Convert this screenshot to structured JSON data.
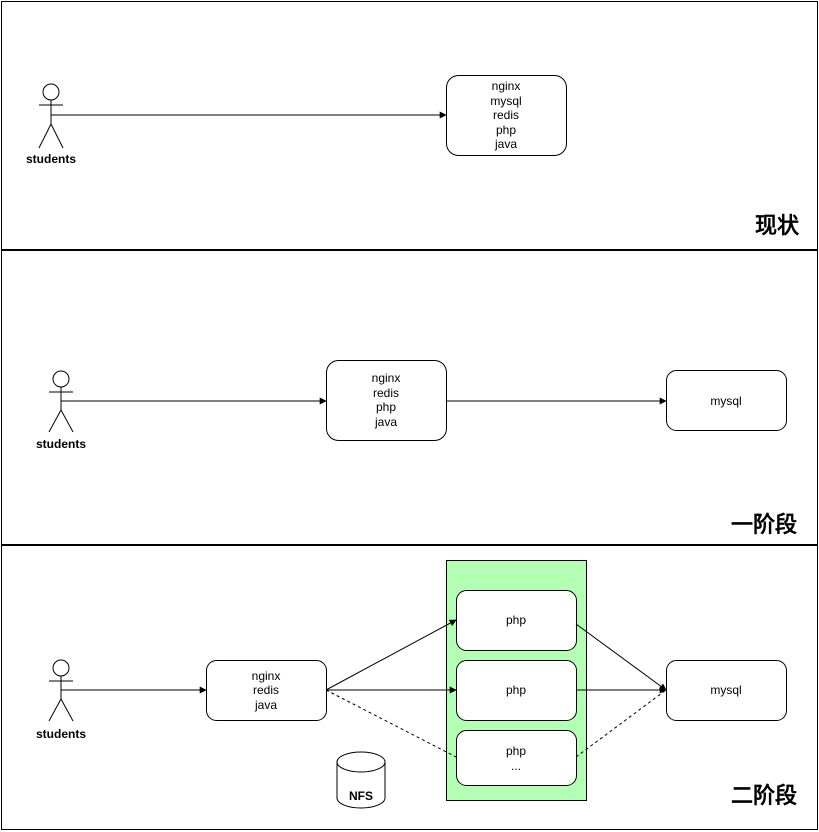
{
  "panels": [
    {
      "title": "现状",
      "actor": "students",
      "server": [
        "nginx",
        "mysql",
        "redis",
        "php",
        "java"
      ]
    },
    {
      "title": "一阶段",
      "actor": "students",
      "app_server": [
        "nginx",
        "redis",
        "php",
        "java"
      ],
      "db_server": "mysql"
    },
    {
      "title": "二阶段",
      "actor": "students",
      "web_server": [
        "nginx",
        "redis",
        "java"
      ],
      "php_nodes": [
        [
          "php"
        ],
        [
          "php"
        ],
        [
          "php",
          "..."
        ]
      ],
      "db_server": "mysql",
      "storage": "NFS",
      "cluster_color": "#B3FFB3"
    }
  ]
}
